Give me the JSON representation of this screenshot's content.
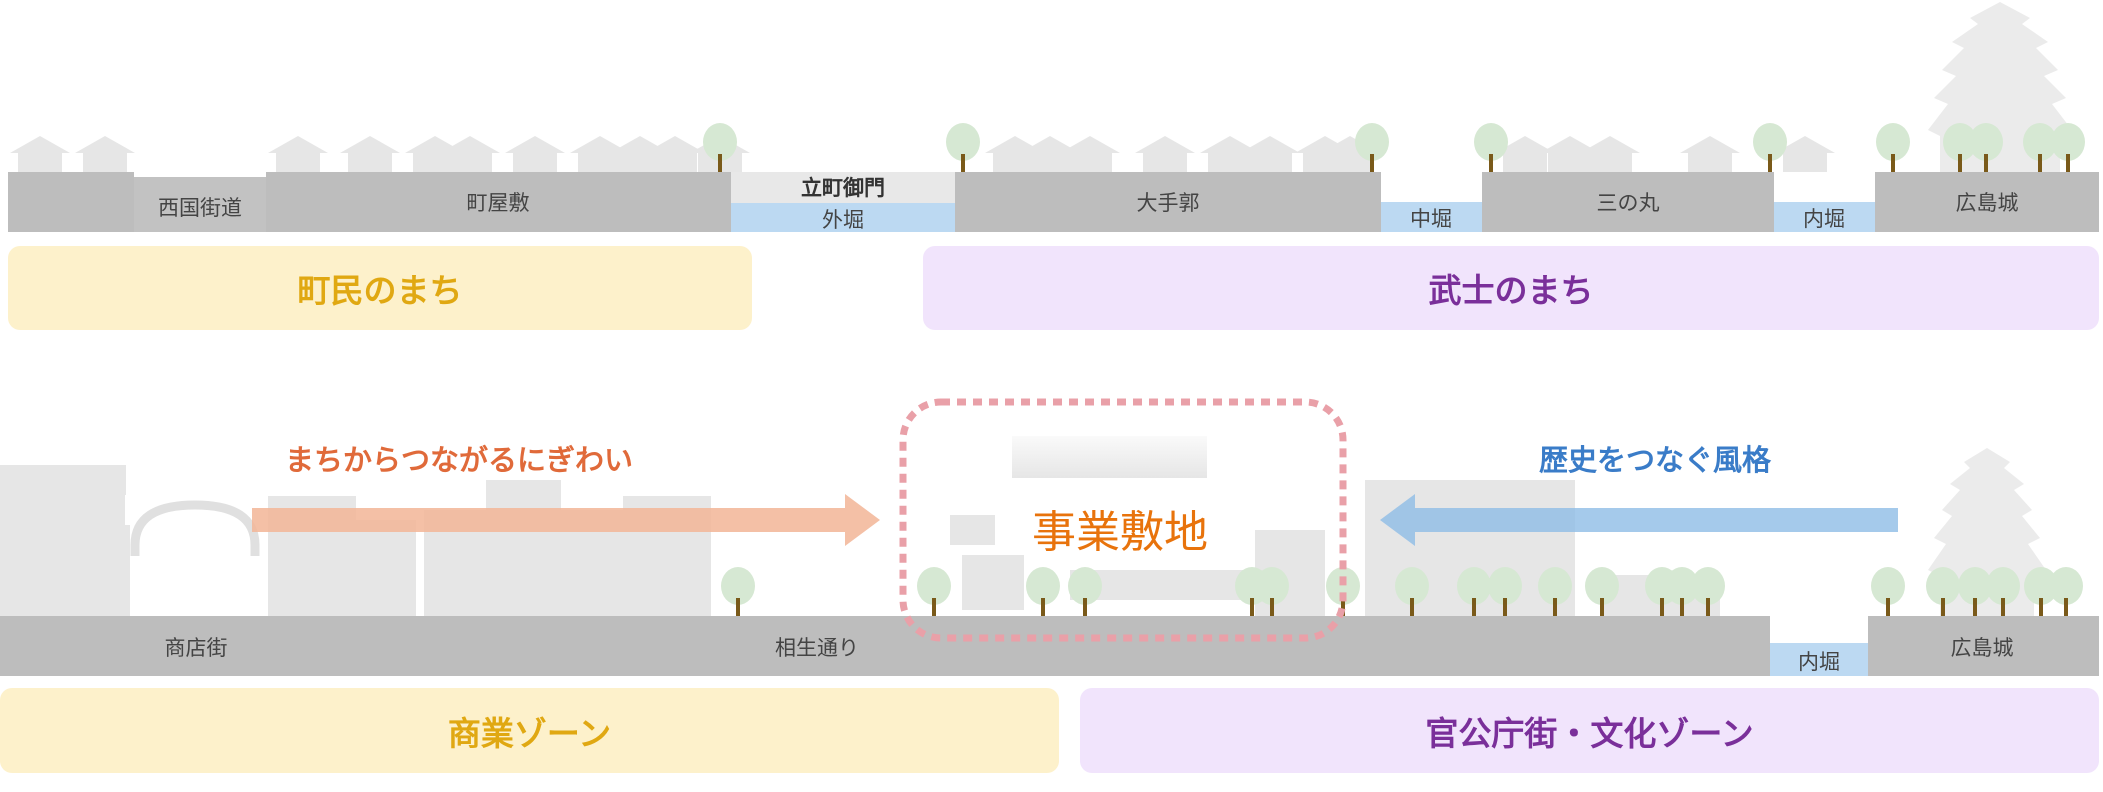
{
  "top_row": {
    "labels": {
      "saigoku_kaido": "西国街道",
      "machiyashiki": "町屋敷",
      "tatemachi_gomon": "立町御門",
      "sotobori": "外堀",
      "otegaku": "大手郭",
      "nakabori": "中堀",
      "sannomaru": "三の丸",
      "uchibori": "内堀",
      "hiroshima_castle": "広島城"
    },
    "zones": {
      "townspeople": "町民のまち",
      "samurai": "武士のまち"
    }
  },
  "bottom_row": {
    "labels": {
      "shotengai": "商店街",
      "aioi_dori": "相生通り",
      "uchibori": "内堀",
      "hiroshima_castle": "広島城"
    },
    "site": "事業敷地",
    "left_message": "まちからつながるにぎわい",
    "right_message": "歴史をつなぐ風格",
    "zones": {
      "commercial": "商業ゾーン",
      "civic_culture": "官公庁街・文化ゾーン"
    }
  },
  "colors": {
    "ground": "#bdbdbd",
    "moat": "#bcd9f2",
    "townspeople_bg": "#fdf1cb",
    "samurai_bg": "#f1e4fc",
    "site_text": "#e8730c",
    "left_arrow": "#f2b597",
    "right_arrow": "#8fbde6"
  }
}
